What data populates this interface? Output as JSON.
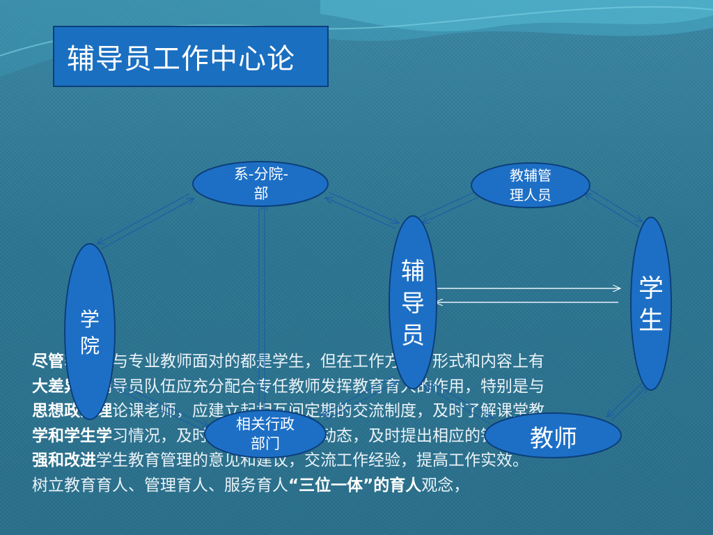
{
  "slide": {
    "title": "辅导员工作中心论"
  },
  "diagram": {
    "nodes": {
      "dept": "系-分院-部",
      "dept_line1": "系-分院-",
      "dept_line2": "部",
      "admin_staff": "教辅管理人员",
      "admin_staff_line1": "教辅管",
      "admin_staff_line2": "理人员",
      "counselor": "辅导员",
      "counselor_chars": [
        "辅",
        "导",
        "员"
      ],
      "student": "学生",
      "student_chars": [
        "学",
        "生"
      ],
      "college": "学院",
      "college_chars": [
        "学",
        "院"
      ],
      "admin_dept": "相关行政部门",
      "admin_dept_line1": "相关行政",
      "admin_dept_line2": "部门",
      "teacher": "教师"
    },
    "colors": {
      "node_fill": "#1d6fc6",
      "node_stroke": "#0c3f7a",
      "arrow": "#1a5ea8"
    }
  },
  "body_text": {
    "line1_bold": "尽管",
    "line1_rest": "辅导员与专业教师面对的都是学生，但在工作方法、形式和内容上有",
    "line2_bold": "大差异",
    "line2_rest": "。辅导员队伍应充分配合专任教师发挥教育育人的作用，特别是与",
    "line3_bold": "思想政治理",
    "line3_rest": "论课老师，应建立起相互间定期的交流制度，及时了解课堂教",
    "line4_bold": "学和学生学",
    "line4_rest": "习情况，及时掌握学生的思想动态，及时提出相应的针对加",
    "line5_bold": "强和改进",
    "line5_rest": "学生教育管理的意见和建议，交流工作经验，提高工作实效。",
    "line6_a": "树立教育育人、管理育人、服务育人",
    "line6_bold": "“三位一体”的育人",
    "line6_c": "观念，"
  }
}
